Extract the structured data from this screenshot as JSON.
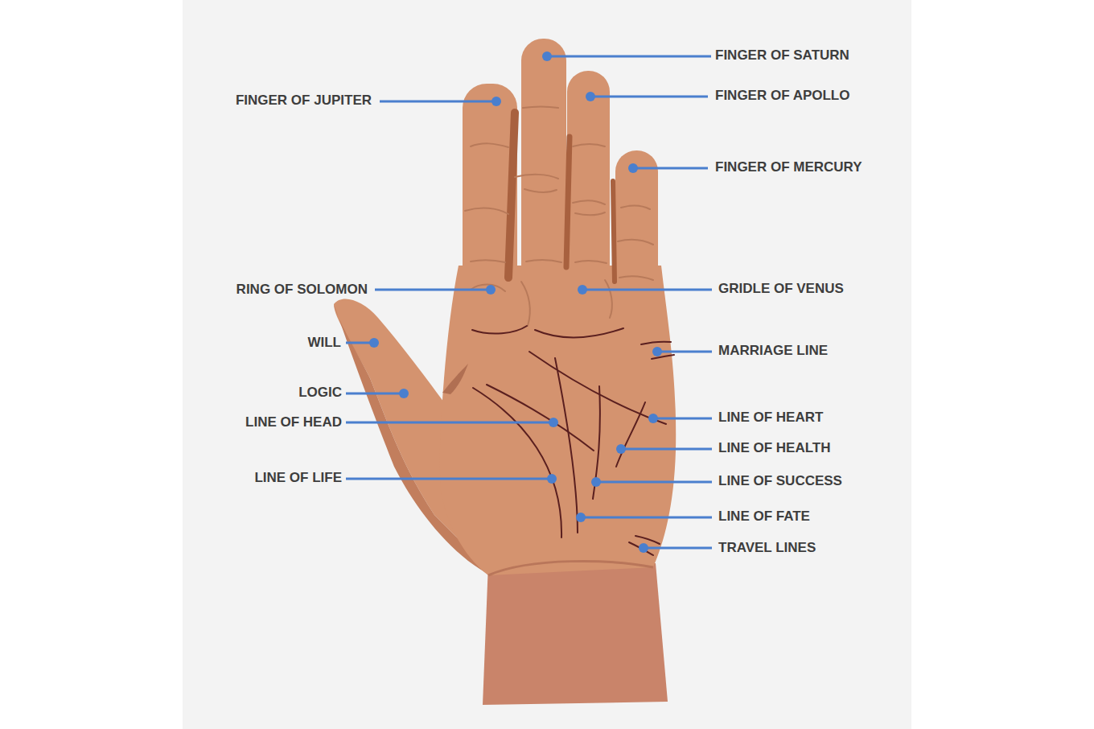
{
  "diagram": {
    "labels": [
      "FINGER OF SATURN",
      "FINGER OF JUPITER",
      "FINGER OF APOLLO",
      "FINGER OF MERCURY",
      "RING OF SOLOMON",
      "GRIDLE OF VENUS",
      "WILL",
      "MARRIAGE LINE",
      "LOGIC",
      "LINE OF HEAD",
      "LINE OF HEART",
      "LINE OF HEALTH",
      "LINE OF LIFE",
      "LINE OF SUCCESS",
      "LINE OF FATE",
      "TRAVEL LINES"
    ]
  }
}
